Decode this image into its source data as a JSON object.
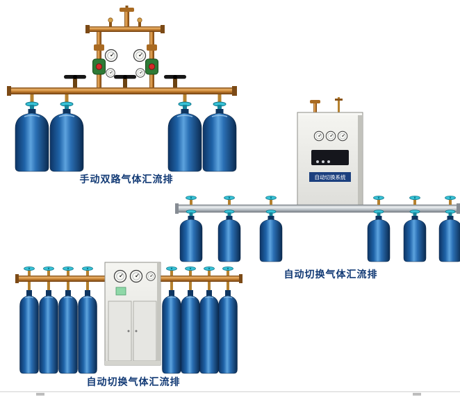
{
  "page": {
    "background": "#ffffff"
  },
  "colors": {
    "page-bg": "#ffffff",
    "caption-text": "#123a75",
    "cylinder-blue": "#1f63a8",
    "brass": "#c07c2e",
    "valve-cyan": "#38c2d6",
    "pipe-silver": "#bfc6cc",
    "cabinet-body": "#ecece8"
  },
  "products": [
    {
      "id": "manual-dual-manifold",
      "caption": "手动双路气体汇流排",
      "cylinder_count": 4
    },
    {
      "id": "auto-switch-system",
      "caption": "自动切换气体汇流排",
      "cabinet_label": "自动切换系统",
      "cylinder_count": 6
    },
    {
      "id": "auto-switch-manifold",
      "caption": "自动切换气体汇流排",
      "cylinder_count": 8
    }
  ]
}
